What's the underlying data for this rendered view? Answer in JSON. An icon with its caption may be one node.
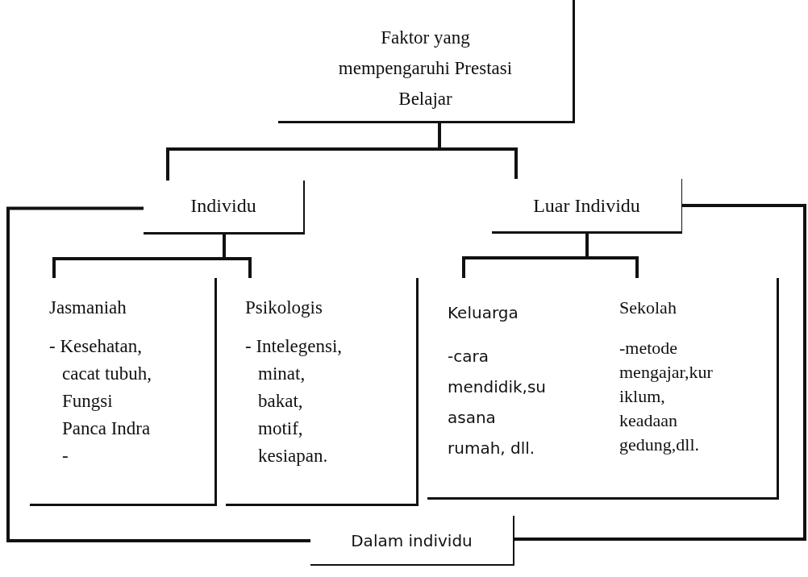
{
  "diagram": {
    "nodes": [
      {
        "text": [
          "Faktor yang mempengaruhi Prestasi Belajar"
        ]
      },
      {
        "text": [
          "Individu"
        ]
      },
      {
        "text": [
          "Luar Individu"
        ]
      },
      {
        "text": [
          "Jasmaniah",
          "- Kesehatan, cacat tubuh, Fungsi Panca Indra -"
        ]
      },
      {
        "text": [
          "Psikologis",
          "- Intelegensi, minat, bakat, motif, kesiapan."
        ]
      },
      {
        "text": [],
        "shape": "box"
      },
      {
        "text": [
          "Keluarga",
          "-cara mendidik,su asana rumah, dll."
        ],
        "in": 5
      },
      {
        "text": [
          "Sekolah",
          "-metode mengajar,kur iklum, keadaan gedung,dll."
        ],
        "in": 5
      },
      {
        "text": [
          "Dalam individu"
        ]
      }
    ],
    "edges": [
      {
        "from": 0,
        "to": 1,
        "arrow": "none"
      },
      {
        "from": 0,
        "to": 2,
        "arrow": "none"
      },
      {
        "from": 1,
        "to": 3,
        "arrow": "none"
      },
      {
        "from": 1,
        "to": 4,
        "arrow": "none"
      },
      {
        "from": 2,
        "to": 6,
        "arrow": "none"
      },
      {
        "from": 2,
        "to": 7,
        "arrow": "none"
      },
      {
        "from": 1,
        "to": 8,
        "arrow": "none"
      },
      {
        "from": 2,
        "to": 8,
        "arrow": "none"
      }
    ]
  }
}
